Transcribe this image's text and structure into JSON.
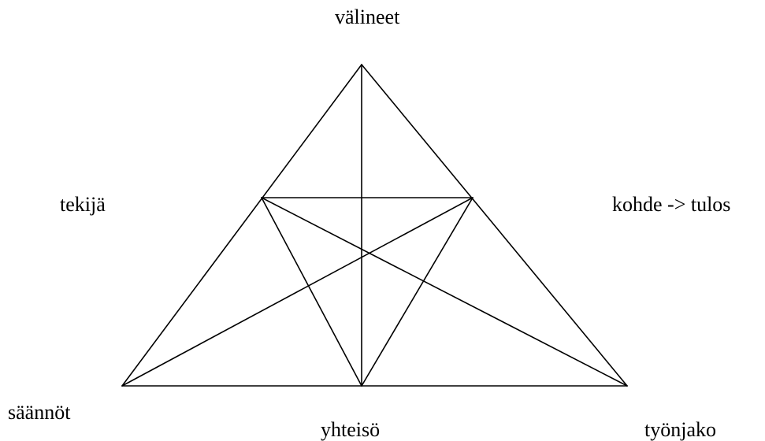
{
  "diagram": {
    "nodes": {
      "top": "välineet",
      "left": "tekijä",
      "right": "kohde -> tulos",
      "bottom_left": "säännöt",
      "bottom_center": "yhteisö",
      "bottom_right": "työnjako"
    },
    "line_color": "#000000"
  }
}
